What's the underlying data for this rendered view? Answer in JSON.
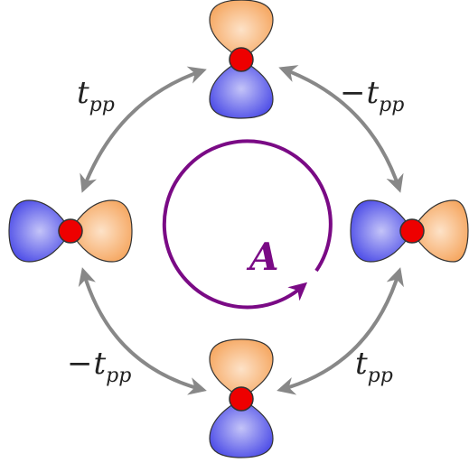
{
  "colors": {
    "lobe_orange": "#f5a35a",
    "lobe_orange_light": "#fde2c8",
    "lobe_blue": "#4646e6",
    "lobe_blue_light": "#c4c4f8",
    "atom": "#ee0000",
    "arrow": "#888888",
    "vector_potential": "#7a0a85",
    "text": "#222222"
  },
  "hoppings": [
    {
      "sign": "",
      "symbol": "t",
      "subscript": "pp"
    },
    {
      "sign": "−",
      "symbol": "t",
      "subscript": "pp"
    },
    {
      "sign": "−",
      "symbol": "t",
      "subscript": "pp"
    },
    {
      "sign": "",
      "symbol": "t",
      "subscript": "pp"
    }
  ],
  "vector_potential": {
    "symbol": "A"
  }
}
